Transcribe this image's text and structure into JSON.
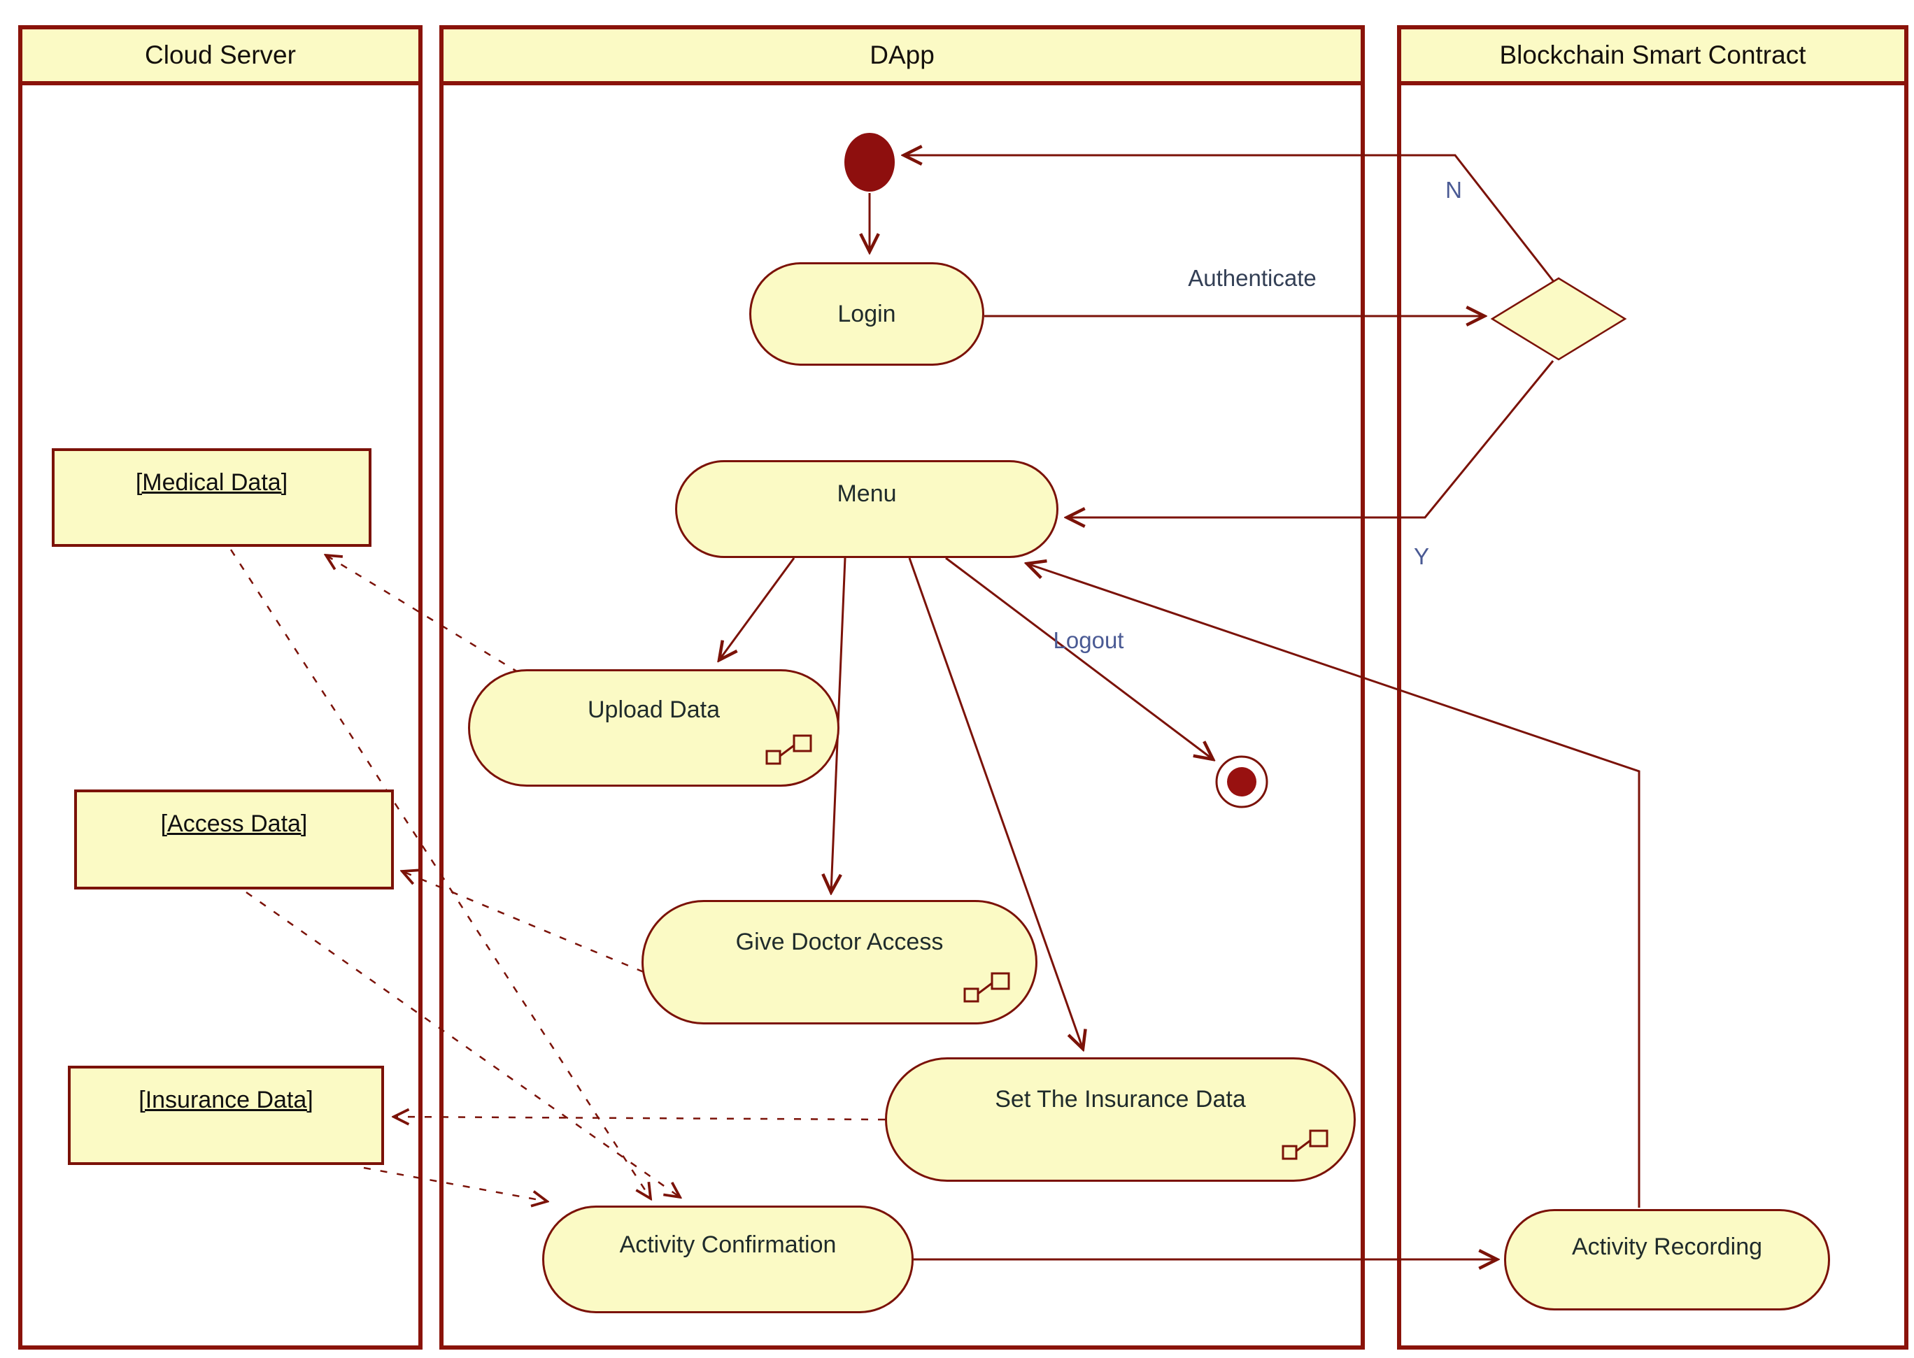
{
  "diagram_type": "uml-activity-swimlane",
  "lanes": [
    {
      "title": "Cloud Server"
    },
    {
      "title": "DApp"
    },
    {
      "title": "Blockchain Smart Contract"
    }
  ],
  "nodes": {
    "initial": {
      "type": "initial-node"
    },
    "final": {
      "type": "final-node"
    },
    "decision": {
      "type": "decision-diamond"
    },
    "login": {
      "label": "Login"
    },
    "menu": {
      "label": "Menu"
    },
    "upload_data": {
      "label": "Upload Data",
      "has_subactivity_icon": true
    },
    "give_doctor_access": {
      "label": "Give Doctor Access",
      "has_subactivity_icon": true
    },
    "set_insurance_data": {
      "label": "Set The Insurance Data",
      "has_subactivity_icon": true
    },
    "activity_confirmation": {
      "label": "Activity Confirmation"
    },
    "activity_recording": {
      "label": "Activity Recording"
    },
    "medical_data": {
      "label": "[Medical Data]"
    },
    "access_data": {
      "label": "[Access Data]"
    },
    "insurance_data": {
      "label": "[Insurance Data]"
    }
  },
  "edge_labels": {
    "authenticate": "Authenticate",
    "n": "N",
    "y": "Y",
    "logout": "Logout"
  },
  "edges": [
    {
      "from": "initial",
      "to": "login",
      "style": "solid"
    },
    {
      "from": "login",
      "to": "decision",
      "style": "solid",
      "label": "Authenticate"
    },
    {
      "from": "decision",
      "to": "initial",
      "style": "solid",
      "label": "N"
    },
    {
      "from": "decision",
      "to": "menu",
      "style": "solid",
      "label": "Y"
    },
    {
      "from": "menu",
      "to": "upload_data",
      "style": "solid"
    },
    {
      "from": "menu",
      "to": "give_doctor_access",
      "style": "solid"
    },
    {
      "from": "menu",
      "to": "set_insurance_data",
      "style": "solid"
    },
    {
      "from": "menu",
      "to": "final",
      "style": "solid",
      "label": "Logout"
    },
    {
      "from": "activity_confirmation",
      "to": "activity_recording",
      "style": "solid"
    },
    {
      "from": "activity_recording",
      "to": "menu",
      "style": "solid"
    },
    {
      "from": "upload_data",
      "to": "medical_data",
      "style": "dashed"
    },
    {
      "from": "give_doctor_access",
      "to": "access_data",
      "style": "dashed"
    },
    {
      "from": "set_insurance_data",
      "to": "insurance_data",
      "style": "dashed"
    },
    {
      "from": "medical_data",
      "to": "activity_confirmation",
      "style": "dashed"
    },
    {
      "from": "access_data",
      "to": "activity_confirmation",
      "style": "dashed"
    },
    {
      "from": "insurance_data",
      "to": "activity_confirmation",
      "style": "dashed"
    }
  ],
  "colors": {
    "node_fill": "#fbfac5",
    "node_border": "#7b1208",
    "lane_border": "#8a130a",
    "start_end_fill": "#8e0f0e",
    "edge_color": "#7b1208",
    "edge_label_blue": "#4a5a94",
    "edge_label_dark": "#333f55"
  }
}
